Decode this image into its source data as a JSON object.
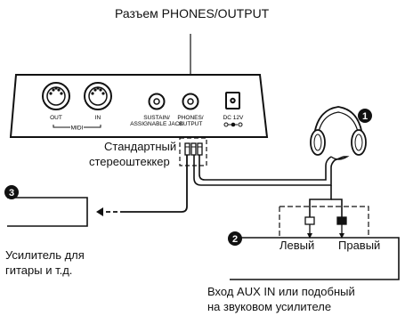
{
  "title": "Разъем PHONES/OUTPUT",
  "panel": {
    "midi_out": "OUT",
    "midi_in": "IN",
    "midi_group": "MIDI",
    "sustain_line1": "SUSTAIN/",
    "sustain_line2": "ASSIGNABLE JACK",
    "phones_line1": "PHONES/",
    "phones_line2": "OUTPUT",
    "dc_label": "DC 12V"
  },
  "plug_label_line1": "Стандартный",
  "plug_label_line2": "стереоштеккер",
  "badges": [
    "1",
    "2",
    "3"
  ],
  "guitar_amp_line1": "Усилитель для",
  "guitar_amp_line2": "гитары и т.д.",
  "left_label": "Левый",
  "right_label": "Правый",
  "aux_line1": "Вход AUX IN или подобный",
  "aux_line2": "на звуковом усилителе",
  "colors": {
    "ink": "#111111",
    "background": "#ffffff"
  }
}
